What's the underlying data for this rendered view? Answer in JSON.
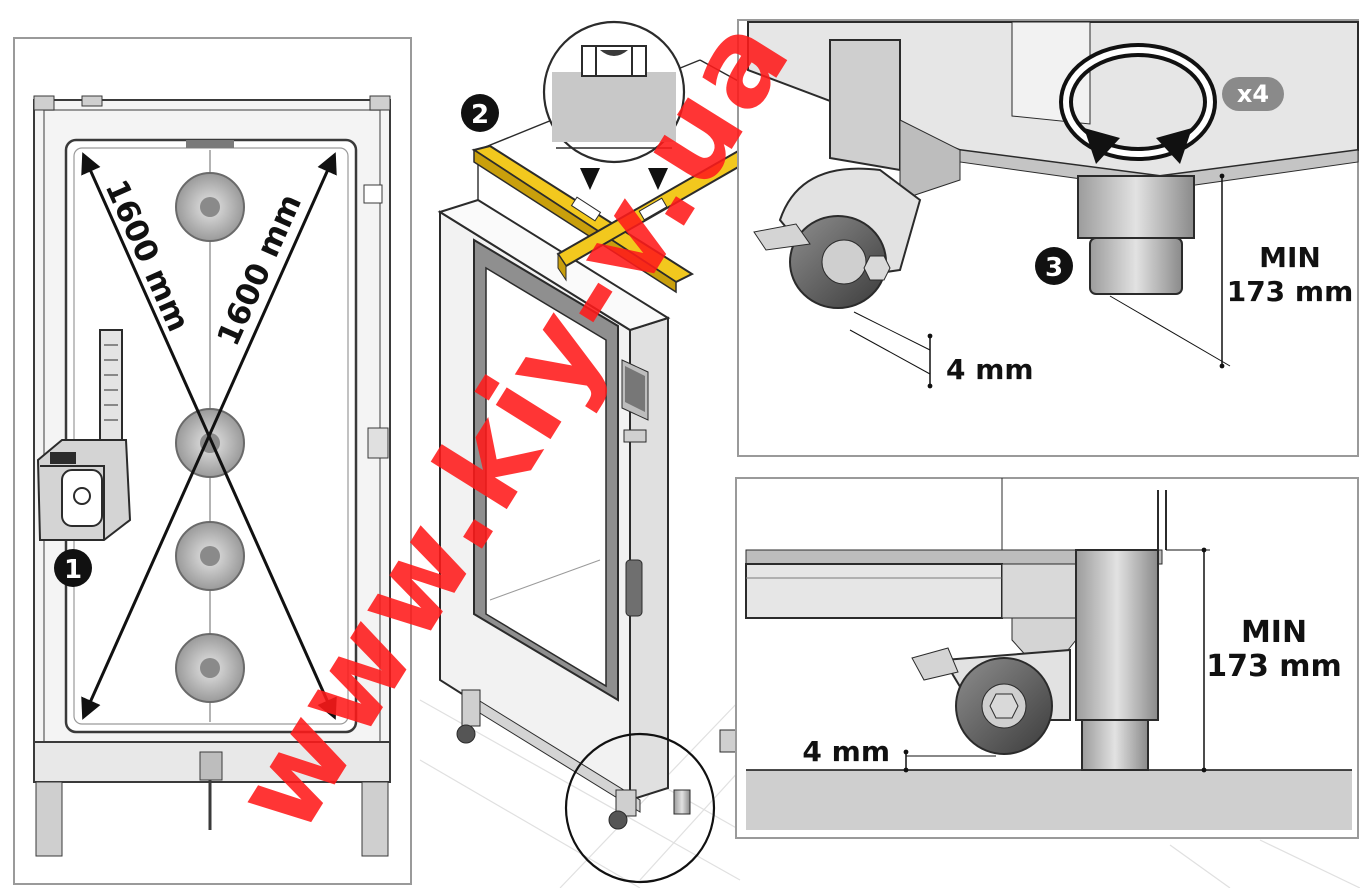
{
  "steps": {
    "step1": "1",
    "step2": "2",
    "step3": "3"
  },
  "dimensions": {
    "diagonal_left": "1600 mm",
    "diagonal_right": "1600 mm",
    "top_gap": "4 mm",
    "top_min_line1": "MIN",
    "top_min_line2": "173 mm",
    "top_multiplier": "x4",
    "bottom_gap": "4 mm",
    "bottom_min_line1": "MIN",
    "bottom_min_line2": "173 mm"
  },
  "watermark": "www.kiy-v.ua",
  "colors": {
    "line": "#2b2b2b",
    "metal": "#d9d9d9",
    "metal_dark": "#a9a9a9",
    "level_yellow": "#f2c81e",
    "floor": "#cfcfcf",
    "watermark": "#ff1a1a"
  }
}
